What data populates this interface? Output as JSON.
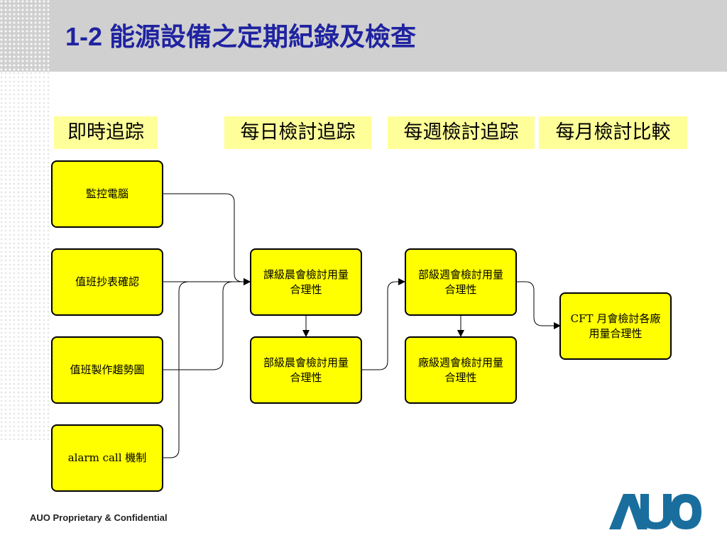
{
  "title": {
    "number": "1-2",
    "text": "能源設備之定期紀錄及檢查"
  },
  "column_headers": [
    "即時追踪",
    "每日檢討追踪",
    "每週檢討追踪",
    "每月檢討比較"
  ],
  "boxes": {
    "monitor": "監控電腦",
    "duty_record": "值班抄表確認",
    "trend_chart": "值班製作趨勢圖",
    "alarm": "alarm call 機制",
    "section_meeting": "課級晨會檢討用量\n合理性",
    "dept_morning": "部級晨會檢討用量\n合理性",
    "dept_weekly": "部級週會檢討用量\n合理性",
    "plant_weekly": "廠級週會檢討用量\n合理性",
    "cft_monthly": "CFT 月會檢討各廠\n用量合理性"
  },
  "footer": "AUO Proprietary & Confidential",
  "logo": {
    "text": "AUO",
    "color": "#1a6e9e"
  },
  "colors": {
    "title": "#1f23a0",
    "box_fill": "#ffff00",
    "header_fill": "#ffff99"
  }
}
